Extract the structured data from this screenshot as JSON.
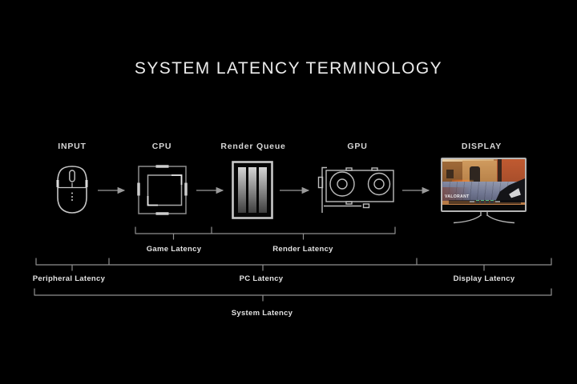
{
  "title": "SYSTEM LATENCY TERMINOLOGY",
  "stages": [
    {
      "id": "input",
      "label": "INPUT",
      "icon": "mouse-icon"
    },
    {
      "id": "cpu",
      "label": "CPU",
      "icon": "cpu-chip-icon"
    },
    {
      "id": "render-queue",
      "label": "Render Queue",
      "icon": "render-queue-icon"
    },
    {
      "id": "gpu",
      "label": "GPU",
      "icon": "gpu-card-icon"
    },
    {
      "id": "display",
      "label": "DISPLAY",
      "icon": "monitor-icon"
    }
  ],
  "brackets": [
    {
      "id": "game",
      "label": "Game Latency",
      "row": 1,
      "spans": "CPU"
    },
    {
      "id": "render",
      "label": "Render Latency",
      "row": 1,
      "spans": "Render Queue + GPU"
    },
    {
      "id": "peripheral",
      "label": "Peripheral Latency",
      "row": 2,
      "spans": "INPUT"
    },
    {
      "id": "pc",
      "label": "PC Latency",
      "row": 2,
      "spans": "CPU + Render Queue + GPU"
    },
    {
      "id": "display",
      "label": "Display Latency",
      "row": 2,
      "spans": "DISPLAY"
    },
    {
      "id": "system",
      "label": "System Latency",
      "row": 3,
      "spans": "INPUT through DISPLAY"
    }
  ],
  "monitor_screen": {
    "game_logo": "VALORANT"
  },
  "colors": {
    "background": "#000000",
    "diagram_lines": "#8f8f8f",
    "arrow_lines": "#9a9a9a",
    "icon_stroke": "#c0c0c0",
    "title_text": "#ececec",
    "label_text": "#e2e2e2"
  }
}
